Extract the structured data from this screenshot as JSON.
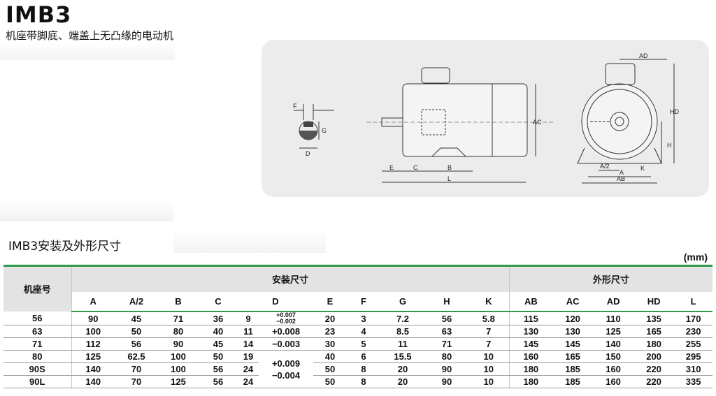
{
  "title": "IMB3",
  "subtitle": "机座带脚底、端盖上无凸缘的电动机",
  "section_title": "IMB3安装及外形尺寸",
  "unit": "(mm)",
  "diagram": {
    "shaft_labels": [
      "F",
      "G",
      "D"
    ],
    "side_labels": [
      "AC",
      "E",
      "C",
      "B",
      "L"
    ],
    "front_labels": [
      "AD",
      "HD",
      "H",
      "A/2",
      "A",
      "AB",
      "K"
    ]
  },
  "table": {
    "row_header": "机座号",
    "group_install": "安装尺寸",
    "group_outline": "外形尺寸",
    "columns": [
      "A",
      "A/2",
      "B",
      "C",
      "D",
      "E",
      "F",
      "G",
      "H",
      "K",
      "AB",
      "AC",
      "AD",
      "HD",
      "L"
    ],
    "rows": [
      {
        "frame": "56",
        "A": "90",
        "A2": "45",
        "B": "71",
        "C": "36",
        "D": "9",
        "E": "20",
        "F": "3",
        "G": "7.2",
        "H": "56",
        "K": "5.8",
        "AB": "115",
        "AC": "120",
        "AD": "110",
        "HD": "135",
        "L": "170"
      },
      {
        "frame": "63",
        "A": "100",
        "A2": "50",
        "B": "80",
        "C": "40",
        "D": "11",
        "E": "23",
        "F": "4",
        "G": "8.5",
        "H": "63",
        "K": "7",
        "AB": "130",
        "AC": "130",
        "AD": "125",
        "HD": "165",
        "L": "230"
      },
      {
        "frame": "71",
        "A": "112",
        "A2": "56",
        "B": "90",
        "C": "45",
        "D": "14",
        "E": "30",
        "F": "5",
        "G": "11",
        "H": "71",
        "K": "7",
        "AB": "145",
        "AC": "145",
        "AD": "140",
        "HD": "180",
        "L": "255"
      },
      {
        "frame": "80",
        "A": "125",
        "A2": "62.5",
        "B": "100",
        "C": "50",
        "D": "19",
        "E": "40",
        "F": "6",
        "G": "15.5",
        "H": "80",
        "K": "10",
        "AB": "160",
        "AC": "165",
        "AD": "150",
        "HD": "200",
        "L": "295"
      },
      {
        "frame": "90S",
        "A": "140",
        "A2": "70",
        "B": "100",
        "C": "56",
        "D": "24",
        "E": "50",
        "F": "8",
        "G": "20",
        "H": "90",
        "K": "10",
        "AB": "180",
        "AC": "185",
        "AD": "160",
        "HD": "220",
        "L": "310"
      },
      {
        "frame": "90L",
        "A": "140",
        "A2": "70",
        "B": "125",
        "C": "56",
        "D": "24",
        "E": "50",
        "F": "8",
        "G": "20",
        "H": "90",
        "K": "10",
        "AB": "180",
        "AC": "185",
        "AD": "160",
        "HD": "220",
        "L": "335"
      }
    ],
    "tolerances": {
      "t1_upper": "+0.007",
      "t1_lower": "−0.002",
      "t2_upper": "+0.008",
      "t2_lower": "−0.003",
      "t3_upper": "+0.009",
      "t3_lower": "−0.004"
    }
  }
}
